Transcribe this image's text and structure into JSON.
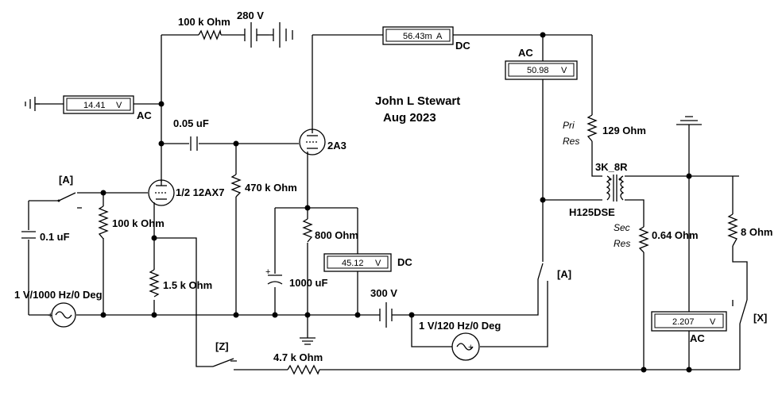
{
  "author": {
    "name": "John L Stewart",
    "date": "Aug 2023"
  },
  "resistors": {
    "r_feed": "100 k Ohm",
    "r_grid_in": "100 k Ohm",
    "r_cathode_pre": "1.5 k Ohm",
    "r_grid_leak": "470 k Ohm",
    "r_cathode_out": "800  Ohm",
    "r_fb": "4.7 k Ohm",
    "r_pri": "129  Ohm",
    "r_sec": "0.64  Ohm",
    "r_load": "8  Ohm"
  },
  "capacitors": {
    "c_in": "0.1 uF",
    "c_couple": "0.05 uF",
    "c_bypass": "1000 uF"
  },
  "sources": {
    "b_280": "280 V",
    "b_300": "300 V",
    "sig_in": "1 V/1000 Hz/0 Deg",
    "sig_hum": "1 V/120 Hz/0 Deg"
  },
  "tubes": {
    "pre": "1/2 12AX7",
    "out": "2A3"
  },
  "transformer": {
    "model": "H125DSE",
    "ratio": "3K_8R",
    "pri_label": [
      "Pri",
      "Res"
    ],
    "sec_label": [
      "Sec",
      "Res"
    ]
  },
  "meters": {
    "m_in": {
      "value": "14.41",
      "unit": "V",
      "mode": "AC"
    },
    "m_plate": {
      "value": "56.43m",
      "unit": "A",
      "mode": "DC"
    },
    "m_pri": {
      "value": "50.98",
      "unit": "V",
      "mode": "AC"
    },
    "m_cath": {
      "value": "45.12",
      "unit": "V",
      "mode": "DC"
    },
    "m_out": {
      "value": "2.207",
      "unit": "V",
      "mode": "AC"
    }
  },
  "switches": {
    "sw_a1": "[A]",
    "sw_a2": "[A]",
    "sw_z": "[Z]",
    "sw_x": "[X]"
  }
}
